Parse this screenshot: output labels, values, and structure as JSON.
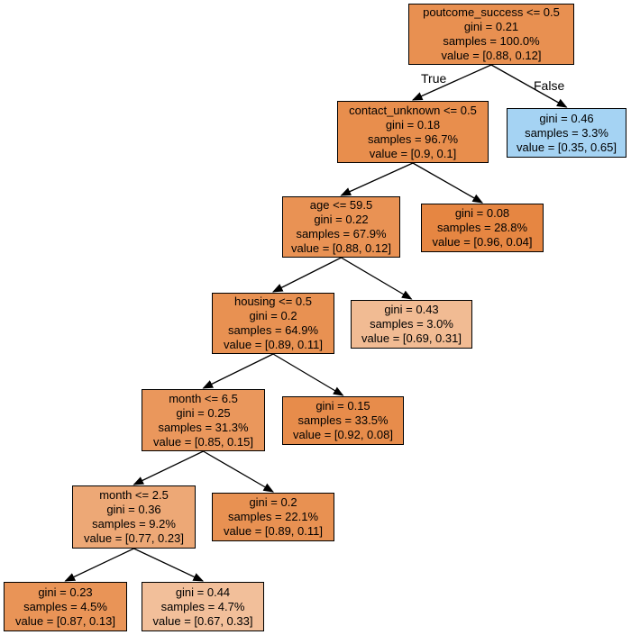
{
  "colors": {
    "border": "#000000",
    "text": "#000000",
    "edge": "#000000"
  },
  "tree": {
    "edge_labels": {
      "true_label": "True",
      "false_label": "False"
    },
    "nodes": [
      {
        "id": "n0",
        "lines": [
          "poutcome_success <= 0.5",
          "gini = 0.21",
          "samples = 100.0%",
          "value = [0.88, 0.12]"
        ],
        "fill": "#e89051"
      },
      {
        "id": "n1",
        "lines": [
          "contact_unknown <= 0.5",
          "gini = 0.18",
          "samples = 96.7%",
          "value = [0.9, 0.1]"
        ],
        "fill": "#e88e4d"
      },
      {
        "id": "n2",
        "lines": [
          "gini = 0.46",
          "samples = 3.3%",
          "value = [0.35, 0.65]"
        ],
        "fill": "#a5d3f3"
      },
      {
        "id": "n3",
        "lines": [
          "age <= 59.5",
          "gini = 0.22",
          "samples = 67.9%",
          "value = [0.88, 0.12]"
        ],
        "fill": "#e99254"
      },
      {
        "id": "n4",
        "lines": [
          "gini = 0.08",
          "samples = 28.8%",
          "value = [0.96, 0.04]"
        ],
        "fill": "#e68642"
      },
      {
        "id": "n5",
        "lines": [
          "housing <= 0.5",
          "gini = 0.2",
          "samples = 64.9%",
          "value = [0.89, 0.11]"
        ],
        "fill": "#e89152"
      },
      {
        "id": "n6",
        "lines": [
          "gini = 0.43",
          "samples = 3.0%",
          "value = [0.69, 0.31]"
        ],
        "fill": "#f1bb93"
      },
      {
        "id": "n7",
        "lines": [
          "month <= 6.5",
          "gini = 0.25",
          "samples = 31.3%",
          "value = [0.85, 0.15]"
        ],
        "fill": "#ea975c"
      },
      {
        "id": "n8",
        "lines": [
          "gini = 0.15",
          "samples = 33.5%",
          "value = [0.92, 0.08]"
        ],
        "fill": "#e78c4b"
      },
      {
        "id": "n9",
        "lines": [
          "month <= 2.5",
          "gini = 0.36",
          "samples = 9.2%",
          "value = [0.77, 0.23]"
        ],
        "fill": "#eda876"
      },
      {
        "id": "n10",
        "lines": [
          "gini = 0.2",
          "samples = 22.1%",
          "value = [0.89, 0.11]"
        ],
        "fill": "#e89152"
      },
      {
        "id": "n11",
        "lines": [
          "gini = 0.23",
          "samples = 4.5%",
          "value = [0.87, 0.13]"
        ],
        "fill": "#e99457"
      },
      {
        "id": "n12",
        "lines": [
          "gini = 0.44",
          "samples = 4.7%",
          "value = [0.67, 0.33]"
        ],
        "fill": "#f2bf9a"
      }
    ],
    "edges": [
      {
        "from": "n0",
        "to": "n1"
      },
      {
        "from": "n0",
        "to": "n2"
      },
      {
        "from": "n1",
        "to": "n3"
      },
      {
        "from": "n1",
        "to": "n4"
      },
      {
        "from": "n3",
        "to": "n5"
      },
      {
        "from": "n3",
        "to": "n6"
      },
      {
        "from": "n5",
        "to": "n7"
      },
      {
        "from": "n5",
        "to": "n8"
      },
      {
        "from": "n7",
        "to": "n9"
      },
      {
        "from": "n7",
        "to": "n10"
      },
      {
        "from": "n9",
        "to": "n11"
      },
      {
        "from": "n9",
        "to": "n12"
      }
    ]
  }
}
